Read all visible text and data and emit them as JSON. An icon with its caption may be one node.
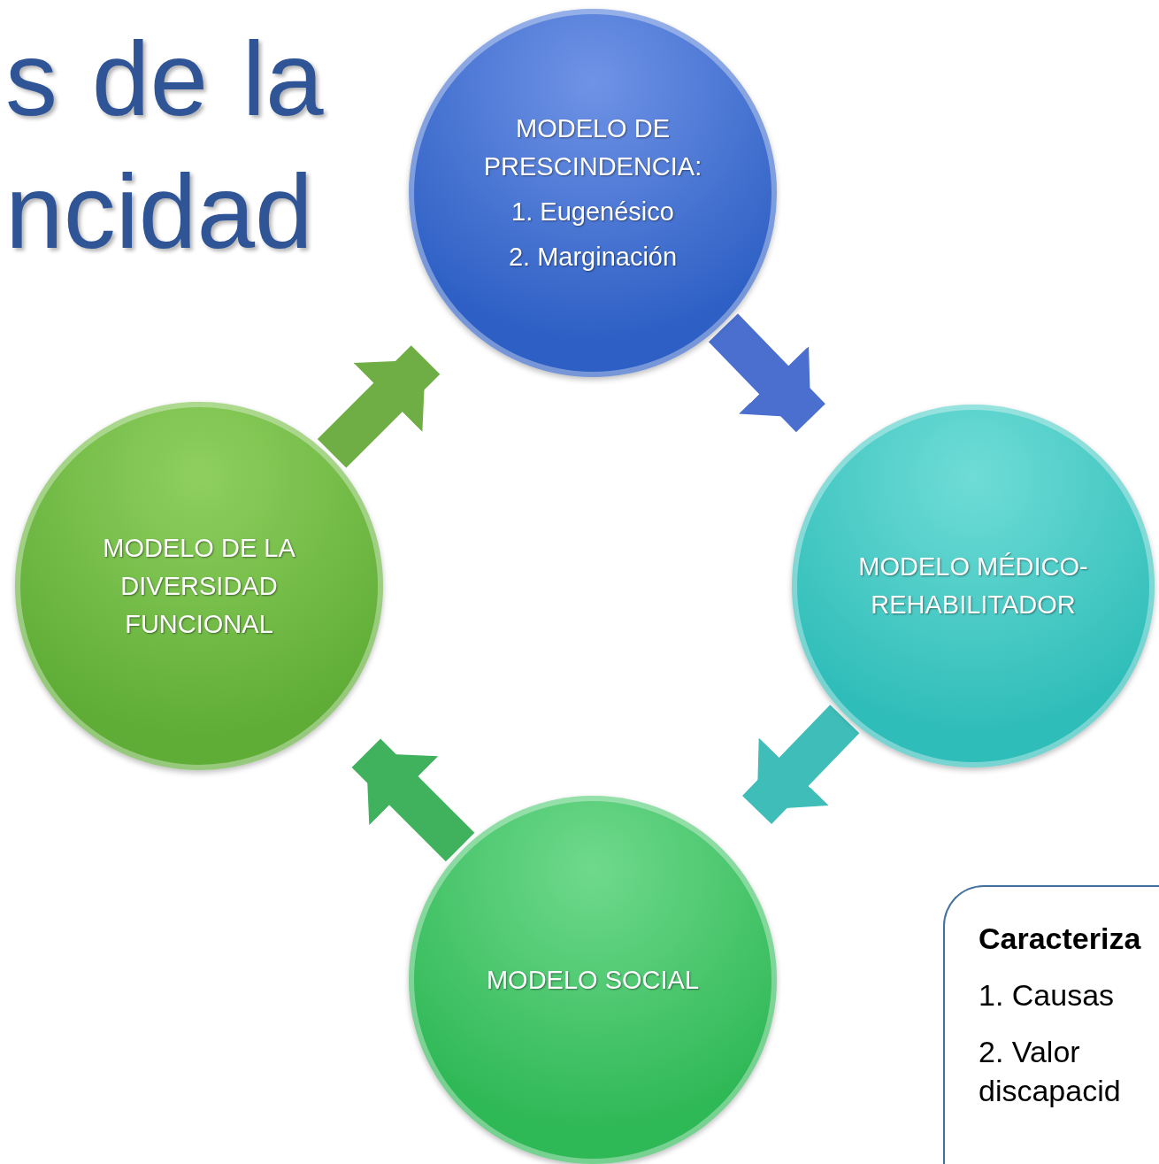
{
  "diagram": {
    "title": "s de la ncidad",
    "nodes": [
      {
        "text": [
          "MODELO DE PRESCINDENCIA:",
          "1. Eugenésico",
          "2. Marginación"
        ]
      },
      {
        "text": [
          "MODELO MÉDICO-REHABILITADOR"
        ]
      },
      {
        "text": [
          "MODELO SOCIAL"
        ]
      },
      {
        "text": [
          "MODELO DE LA DIVERSIDAD FUNCIONAL"
        ]
      },
      {
        "text": [
          "Caracteriza",
          "1. Causas",
          "2. Valor discapacid"
        ]
      }
    ],
    "edges": [
      {
        "from": 0,
        "to": 1,
        "arrow": "to",
        "color": "#4a6fcf"
      },
      {
        "from": 1,
        "to": 2,
        "arrow": "to",
        "color": "#3fbdb8"
      },
      {
        "from": 2,
        "to": 3,
        "arrow": "to",
        "color": "#40b25e"
      },
      {
        "from": 3,
        "to": 0,
        "arrow": "to",
        "color": "#6fae45"
      }
    ]
  }
}
